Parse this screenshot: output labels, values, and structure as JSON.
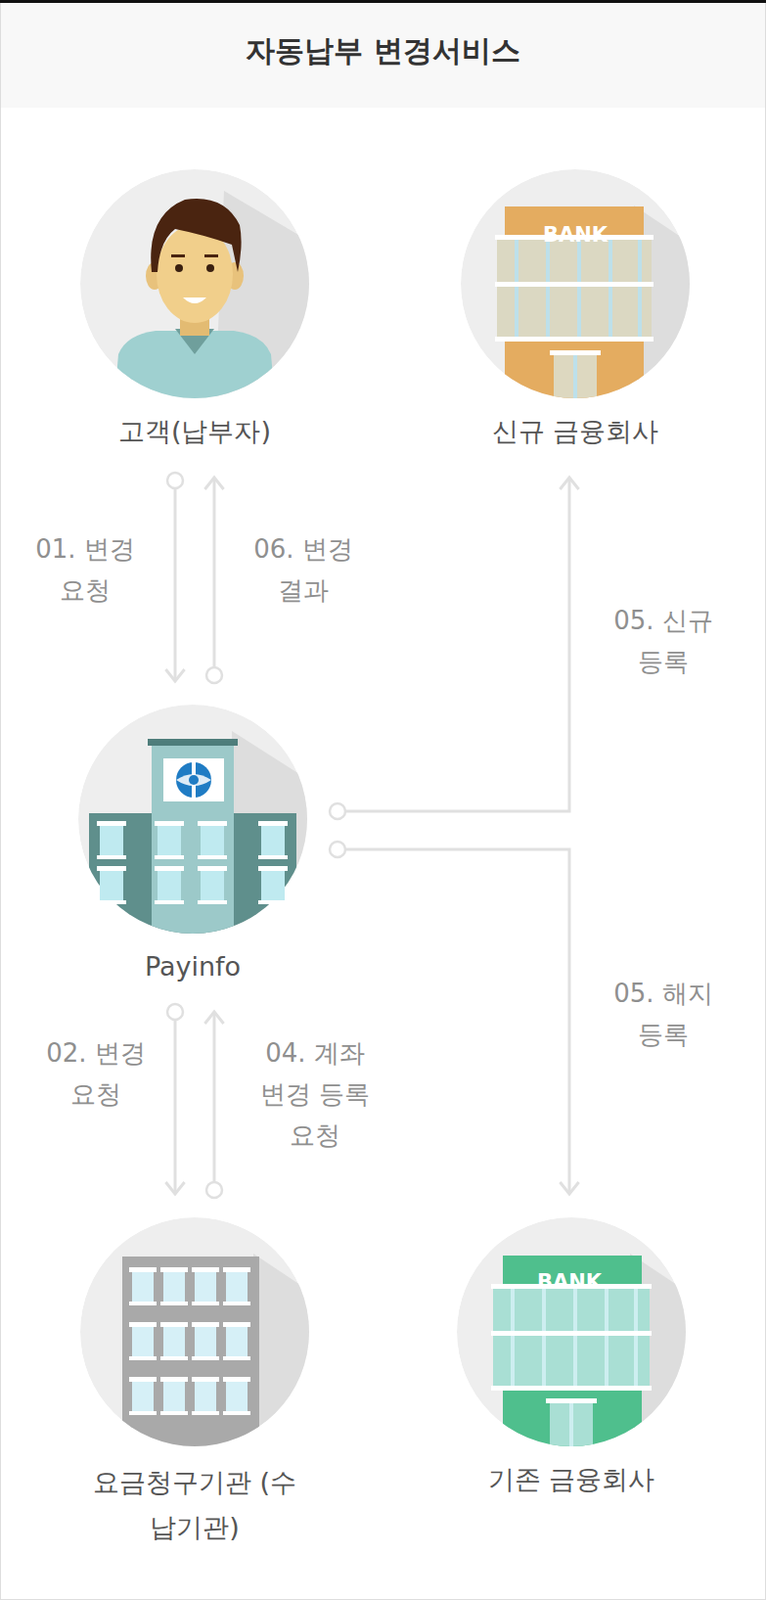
{
  "diagram": {
    "title": "자동납부 변경서비스",
    "nodes": [
      {
        "text": [
          "고객(납부자)"
        ]
      },
      {
        "text": [
          "신규 금융회사"
        ]
      },
      {
        "text": [
          "Payinfo"
        ]
      },
      {
        "text": [
          "요금청구기관 (수납기관)"
        ]
      },
      {
        "text": [
          "기존 금융회사"
        ]
      }
    ],
    "edges": [
      {
        "from": 0,
        "to": 2,
        "label": "01. 변경요청",
        "arrow": "to"
      },
      {
        "from": 2,
        "to": 0,
        "label": "06. 변경결과",
        "arrow": "to"
      },
      {
        "from": 2,
        "to": 3,
        "label": "02. 변경요청",
        "arrow": "to"
      },
      {
        "from": 3,
        "to": 2,
        "label": "04. 계좌변경 등록요청",
        "arrow": "to"
      },
      {
        "from": 2,
        "to": 1,
        "label": "05. 신규등록",
        "arrow": "to"
      },
      {
        "from": 2,
        "to": 4,
        "label": "05. 해지등록",
        "arrow": "to"
      }
    ],
    "labels": [
      "BANK",
      "BANK"
    ]
  }
}
